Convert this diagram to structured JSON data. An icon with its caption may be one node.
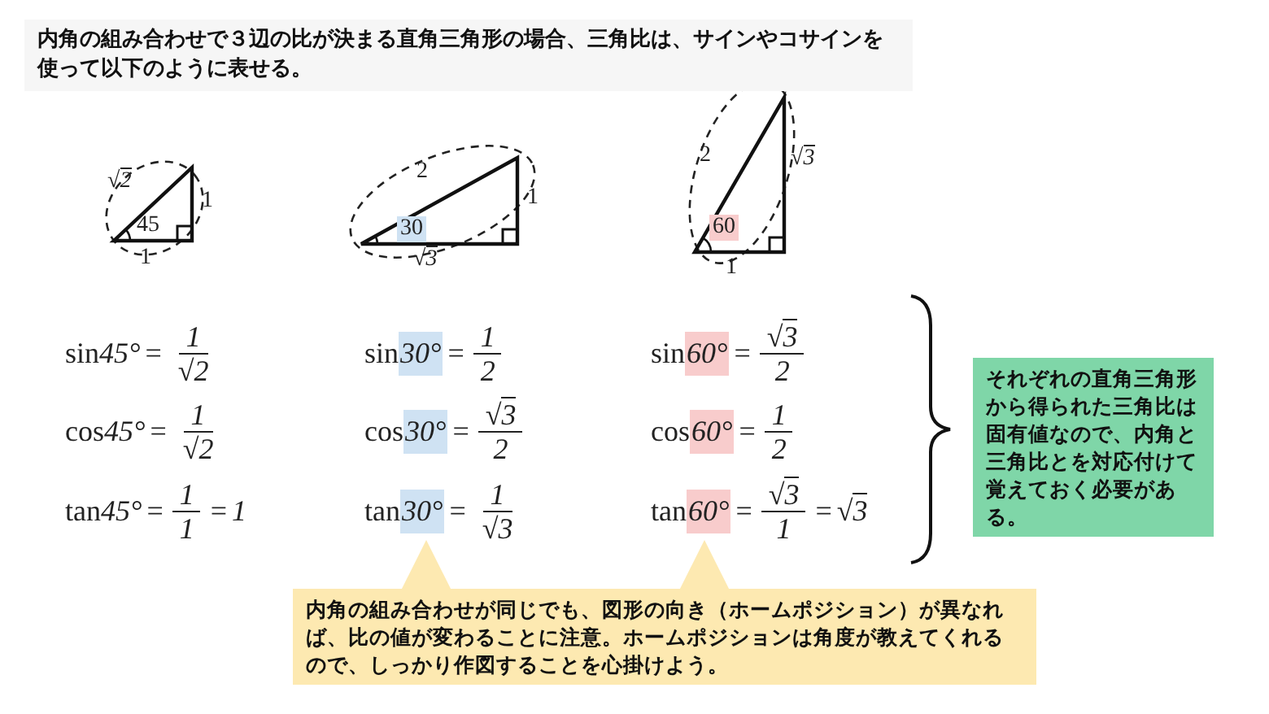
{
  "diagram": {
    "title": "内角の組み合わせで３辺の比が決まる直角三角形の場合、三角比は、サインやコサインを使って以下のように表せる。",
    "nodes": [
      {
        "text": [
          "sin",
          "45°",
          "=",
          "1",
          "√2"
        ]
      },
      {
        "text": [
          "sin",
          "30°",
          "=",
          "1",
          "2"
        ]
      },
      {
        "text": [
          "sin",
          "60°",
          "=",
          "√3",
          "2"
        ]
      },
      {
        "text": [
          "cos",
          "45°",
          "=",
          "1",
          "√2"
        ]
      },
      {
        "text": [
          "cos",
          "30°",
          "=",
          "√3",
          "2"
        ]
      },
      {
        "text": [
          "cos",
          "60°",
          "=",
          "1",
          "2"
        ]
      },
      {
        "text": [
          "tan",
          "45°",
          "=",
          "1",
          "1",
          "=",
          "1"
        ]
      },
      {
        "text": [
          "tan",
          "30°",
          "=",
          "1",
          "√3"
        ]
      },
      {
        "text": [
          "tan",
          "60°",
          "=",
          "√3",
          "1",
          "=",
          "√3"
        ]
      },
      {
        "text": [
          "内角の組み合わせが同じでも、図形の向き（ホームポジション）が異なれば、比の値が変わることに注意。ホームポジションは角度が教えてくれるので、しっかり作図することを心掛けよう。"
        ]
      },
      {
        "text": [
          "それぞれの直角三角形から得られた三角比は固有値なので、内角と三角比とを対応付けて覚えておく必要がある。"
        ]
      }
    ],
    "edges": [
      {
        "from": 9,
        "to": 7,
        "arrow": "to"
      },
      {
        "from": 9,
        "to": 8,
        "arrow": "to"
      }
    ],
    "labels": [
      "√2",
      "1",
      "45",
      "1",
      "2",
      "1",
      "30",
      "√3",
      "2",
      "√3",
      "60",
      "1"
    ]
  }
}
